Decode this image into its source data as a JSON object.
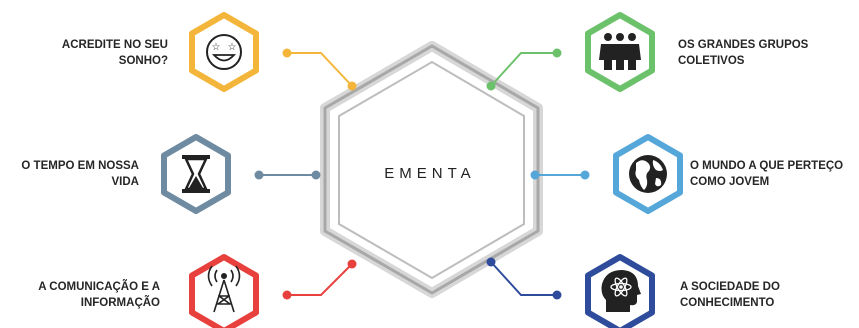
{
  "center": {
    "title": "EMENTA"
  },
  "topics": [
    {
      "id": "sonho",
      "side": "left",
      "line1": "ACREDITE NO SEU",
      "line2": "SONHO?",
      "color": "#F4B63A",
      "icon": "star-eyes-face-icon"
    },
    {
      "id": "tempo",
      "side": "left",
      "line1": "O TEMPO EM NOSSA",
      "line2": "VIDA",
      "color": "#6E8BA1",
      "icon": "hourglass-icon"
    },
    {
      "id": "comunicacao",
      "side": "left",
      "line1": "A COMUNICAÇÃO E A",
      "line2": "INFORMAÇÃO",
      "color": "#E8413D",
      "icon": "radio-tower-icon"
    },
    {
      "id": "grupos",
      "side": "right",
      "line1": "OS GRANDES GRUPOS",
      "line2": "COLETIVOS",
      "color": "#6CC16B",
      "icon": "people-group-icon"
    },
    {
      "id": "mundo",
      "side": "right",
      "line1": "O MUNDO A QUE PERTEÇO",
      "line2": "COMO JOVEM",
      "color": "#55A7DA",
      "icon": "globe-icon"
    },
    {
      "id": "sociedade",
      "side": "right",
      "line1": "A SOCIEDADE DO",
      "line2": "CONHECIMENTO",
      "color": "#2E4C9B",
      "icon": "atom-head-icon"
    }
  ]
}
